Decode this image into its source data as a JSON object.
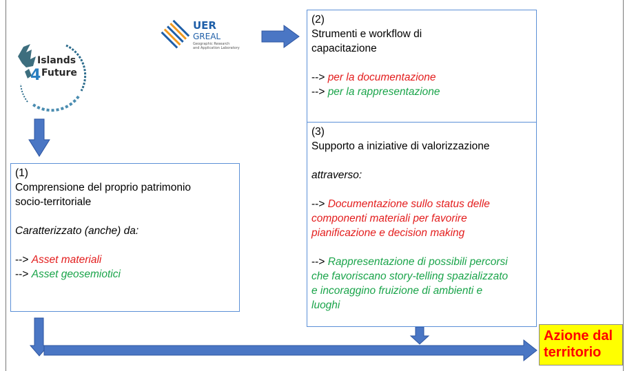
{
  "colors": {
    "box_border": "#5b8fd6",
    "arrow": "#4a76c4",
    "red": "#e31d1d",
    "green": "#1aa44a",
    "highlight": "#ffff00"
  },
  "logos": {
    "islands": {
      "line1": "Islands",
      "number": "4",
      "line2": "Future"
    },
    "uer": {
      "title": "UER",
      "subtitle": "GREAL",
      "tagline1": "Geographic Research",
      "tagline2": "and Application Laboratory"
    }
  },
  "box1": {
    "number": "(1)",
    "title_line1": "Comprensione del proprio patrimonio",
    "title_line2": "socio-territoriale",
    "subtitle": "Caratterizzato (anche) da:",
    "item1_prefix": "--> ",
    "item1": "Asset materiali",
    "item2_prefix": "--> ",
    "item2": "Asset geosemiotici"
  },
  "box2": {
    "number": "(2)",
    "title_line1": "Strumenti e workflow di",
    "title_line2": "capacitazione",
    "item1_prefix": "--> ",
    "item1": "per la documentazione",
    "item2_prefix": "--> ",
    "item2": "per la rappresentazione"
  },
  "box3": {
    "number": "(3)",
    "title": "Supporto a iniziative di valorizzazione",
    "subtitle": "attraverso:",
    "item1_prefix": "--> ",
    "item1_l1": "Documentazione sullo status delle",
    "item1_l2": "componenti materiali per favorire",
    "item1_l3": "pianificazione e decision making",
    "item2_prefix": "--> ",
    "item2_l1": "Rappresentazione di possibili percorsi",
    "item2_l2": "che favoriscano story-telling spazializzato",
    "item2_l3": "e incoraggino fruizione di ambienti e",
    "item2_l4": "luoghi"
  },
  "azione": {
    "line1": "Azione dal",
    "line2": "territorio"
  }
}
